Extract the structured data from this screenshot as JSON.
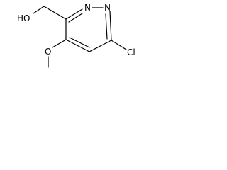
{
  "molecule": {
    "atoms": {
      "hydroxyl": "HO",
      "ring_n1": "N",
      "ring_n2": "N",
      "methoxy_o": "O",
      "chlorine": "Cl"
    }
  }
}
